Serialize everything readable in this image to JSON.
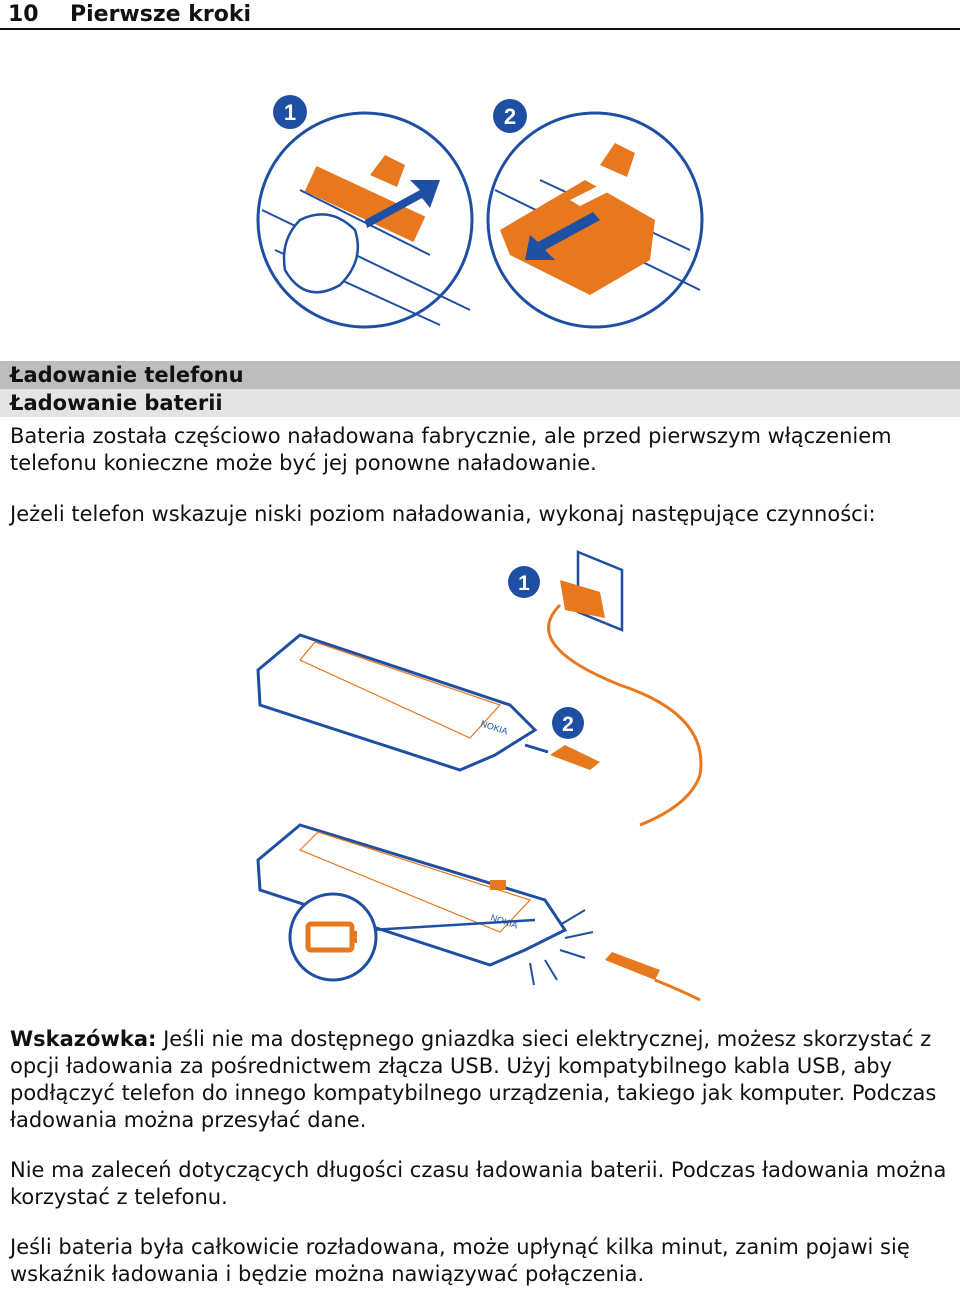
{
  "header": {
    "page_number": "10",
    "title": "Pierwsze kroki"
  },
  "illustration_top": {
    "step1": "1",
    "step2": "2"
  },
  "section": {
    "title": "Ładowanie telefonu",
    "subtitle": "Ładowanie baterii"
  },
  "paragraphs": {
    "intro": "Bateria została częściowo naładowana fabrycznie, ale przed pierwszym włączeniem telefonu konieczne może być jej ponowne naładowanie.",
    "low_battery": "Jeżeli telefon wskazuje niski poziom naładowania, wykonaj następujące czynności:",
    "tip_label": "Wskazówka:",
    "tip_text": " Jeśli nie ma dostępnego gniazdka sieci elektrycznej, możesz skorzystać z opcji ładowania za pośrednictwem złącza USB. Użyj kompatybilnego kabla USB, aby podłączyć telefon do innego kompatybilnego urządzenia, takiego jak komputer. Podczas ładowania można przesyłać dane.",
    "duration": "Nie ma zaleceń dotyczących długości czasu ładowania baterii. Podczas ładowania można korzystać z telefonu.",
    "empty": "Jeśli bateria była całkowicie rozładowana, może upłynąć kilka minut, zanim pojawi się wskaźnik ładowania i będzie można nawiązywać połączenia."
  },
  "illustration_charge": {
    "step1": "1",
    "step2": "2",
    "brand_label": "NOKIA"
  },
  "colors": {
    "accent_blue": "#1f4fa3",
    "accent_orange": "#e8781e",
    "section_bar": "#bdbdbd",
    "subsection_bar": "#e4e4e4"
  }
}
